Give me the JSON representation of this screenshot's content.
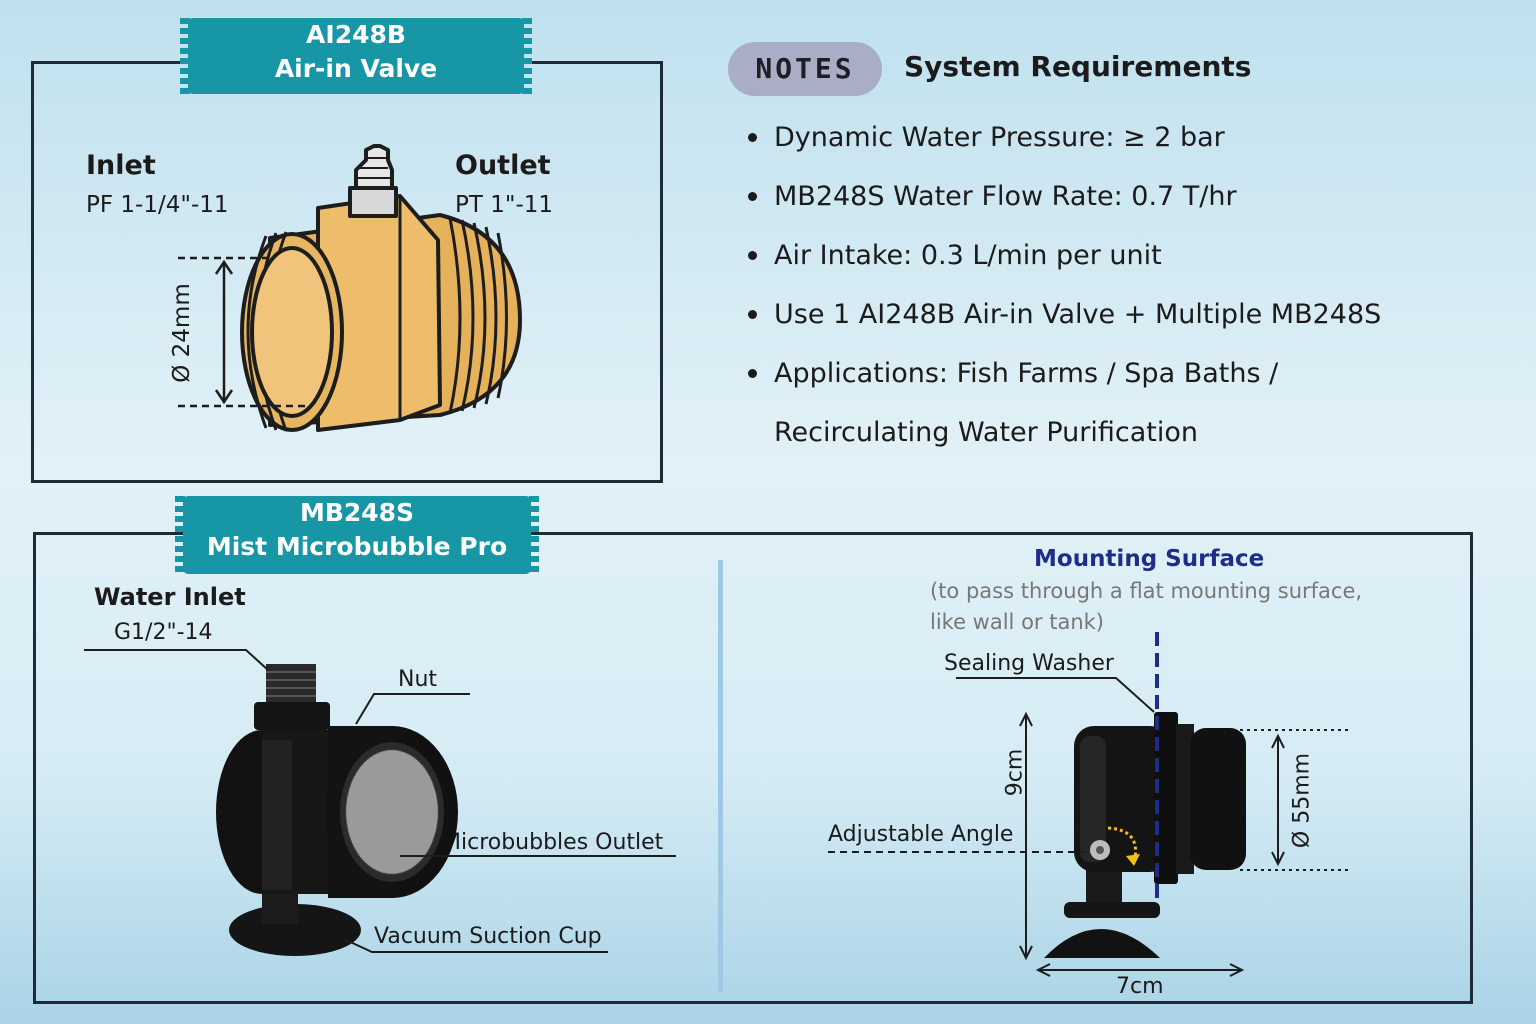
{
  "valve": {
    "tag_line1": "AI248B",
    "tag_line2": "Air-in Valve",
    "inlet_title": "Inlet",
    "inlet_spec": "PF 1-1/4\"-11",
    "outlet_title": "Outlet",
    "outlet_spec": "PT 1\"-11",
    "diameter": "Ø 24mm"
  },
  "notes": {
    "chip": "NOTES",
    "title": "System Requirements",
    "items": [
      "Dynamic Water Pressure: ≥ 2 bar",
      "MB248S Water Flow Rate: 0.7 T/hr",
      "Air Intake: 0.3 L/min per unit",
      "Use 1 AI248B Air-in Valve + Multiple MB248S",
      "Applications: Fish Farms / Spa Baths /",
      "Recirculating Water Purification"
    ]
  },
  "mb": {
    "tag_line1": "MB248S",
    "tag_line2": "Mist Microbubble Pro",
    "water_inlet": "Water Inlet",
    "water_inlet_spec": "G1/2\"-14",
    "nut": "Nut",
    "outlet": "Microbubbles Outlet",
    "suction": "Vacuum Suction Cup"
  },
  "mount": {
    "title": "Mounting Surface",
    "subtitle": "(to pass through a flat mounting surface, like wall or tank)",
    "washer": "Sealing Washer",
    "angle": "Adjustable Angle",
    "height": "9cm",
    "width": "7cm",
    "diameter": "Ø 55mm"
  },
  "colors": {
    "teal": "#1797a6",
    "frame": "#1d2b36",
    "brass": "#e9b864",
    "mount_title": "#1f2d8a"
  }
}
